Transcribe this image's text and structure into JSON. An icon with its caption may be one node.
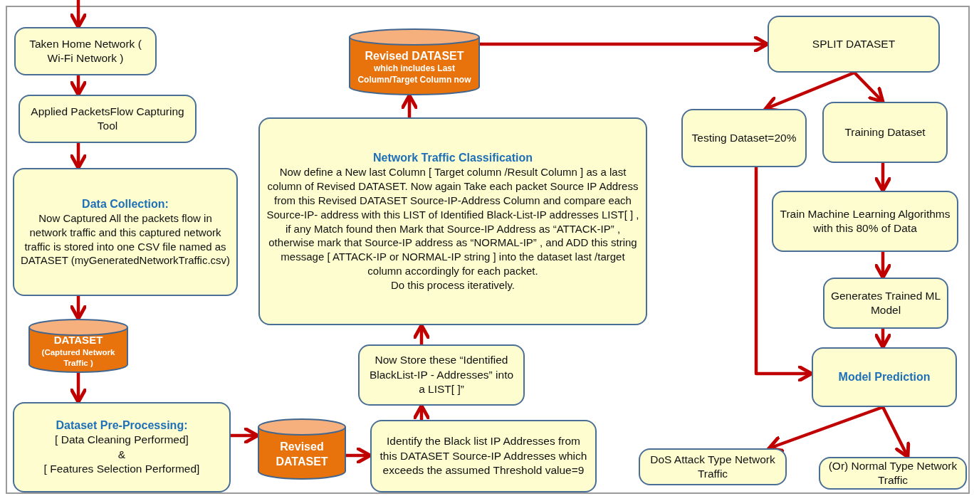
{
  "diagram": {
    "nodes": [
      {
        "text": [
          "Taken Home Network ( Wi-Fi Network )"
        ]
      },
      {
        "text": [
          "Applied PacketsFlow Capturing Tool"
        ]
      },
      {
        "text": [
          "Data Collection:",
          "Now Captured All the packets flow in network traffic and this captured network traffic is stored into one CSV file named as DATASET (myGeneratedNetworkTraffic.csv)"
        ]
      },
      {
        "text": [
          "DATASET",
          "(Captured Network Traffic )"
        ]
      },
      {
        "text": [
          "Dataset Pre-Processing:",
          "[ Data Cleaning Performed]",
          "&",
          "[ Features Selection Performed]"
        ]
      },
      {
        "text": [
          "Revised DATASET"
        ]
      },
      {
        "text": [
          "Identify the Black list IP Addresses from this DATASET Source-IP Addresses which exceeds the assumed Threshold value=9"
        ]
      },
      {
        "text": [
          "Now Store these “Identified BlackList-IP - Addresses” into a LIST[ ]”"
        ]
      },
      {
        "text": [
          "Network Traffic Classification",
          "Now define a New last Column [ Target column /Result Column ] as a last column of Revised DATASET. Now again Take each packet Source IP Address from this Revised DATASET Source-IP-Address Column and compare each Source-IP- address with this LIST of Identified Black-List-IP addresses LIST[ ] , if any Match found then Mark that Source-IP Address as “ATTACK-IP” , otherwise mark that Source-IP address as “NORMAL-IP” , and ADD this string message [ ATTACK-IP or NORMAL-IP string ] into the dataset last /target column accordingly for each packet.",
          "Do this process iteratively."
        ]
      },
      {
        "text": [
          "Revised DATASET",
          "which includes Last Column/Target Column now"
        ]
      },
      {
        "text": [
          "SPLIT DATASET"
        ]
      },
      {
        "text": [
          "Testing Dataset=20%"
        ]
      },
      {
        "text": [
          "Training Dataset"
        ]
      },
      {
        "text": [
          "Train Machine Learning Algorithms with this 80% of Data"
        ]
      },
      {
        "text": [
          "Generates Trained ML Model"
        ]
      },
      {
        "text": [
          "Model Prediction"
        ]
      },
      {
        "text": [
          "DoS Attack Type Network Traffic"
        ]
      },
      {
        "text": [
          "(Or) Normal Type Network Traffic"
        ]
      }
    ],
    "edges": [
      {
        "from": null,
        "to": 0,
        "arrow": "to"
      },
      {
        "from": 0,
        "to": 1,
        "arrow": "to"
      },
      {
        "from": 1,
        "to": 2,
        "arrow": "to"
      },
      {
        "from": 2,
        "to": 3,
        "arrow": "to"
      },
      {
        "from": 3,
        "to": 4,
        "arrow": "to"
      },
      {
        "from": 4,
        "to": 5,
        "arrow": "to"
      },
      {
        "from": 5,
        "to": 6,
        "arrow": "to"
      },
      {
        "from": 6,
        "to": 7,
        "arrow": "to"
      },
      {
        "from": 7,
        "to": 8,
        "arrow": "to"
      },
      {
        "from": 8,
        "to": 9,
        "arrow": "to"
      },
      {
        "from": 9,
        "to": 10,
        "arrow": "to"
      },
      {
        "from": 10,
        "to": 11,
        "arrow": "to"
      },
      {
        "from": 10,
        "to": 12,
        "arrow": "to"
      },
      {
        "from": 12,
        "to": 13,
        "arrow": "to"
      },
      {
        "from": 13,
        "to": 14,
        "arrow": "to"
      },
      {
        "from": 14,
        "to": 15,
        "arrow": "to"
      },
      {
        "from": 11,
        "to": 15,
        "arrow": "to"
      },
      {
        "from": 15,
        "to": 16,
        "arrow": "to"
      },
      {
        "from": 15,
        "to": 17,
        "arrow": "to"
      }
    ]
  }
}
